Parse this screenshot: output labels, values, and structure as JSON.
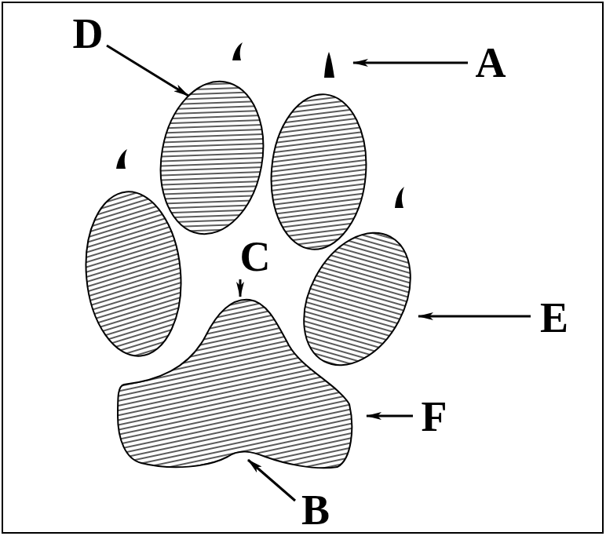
{
  "diagram": {
    "labels": [
      "D",
      "A",
      "C",
      "E",
      "F",
      "B"
    ]
  }
}
